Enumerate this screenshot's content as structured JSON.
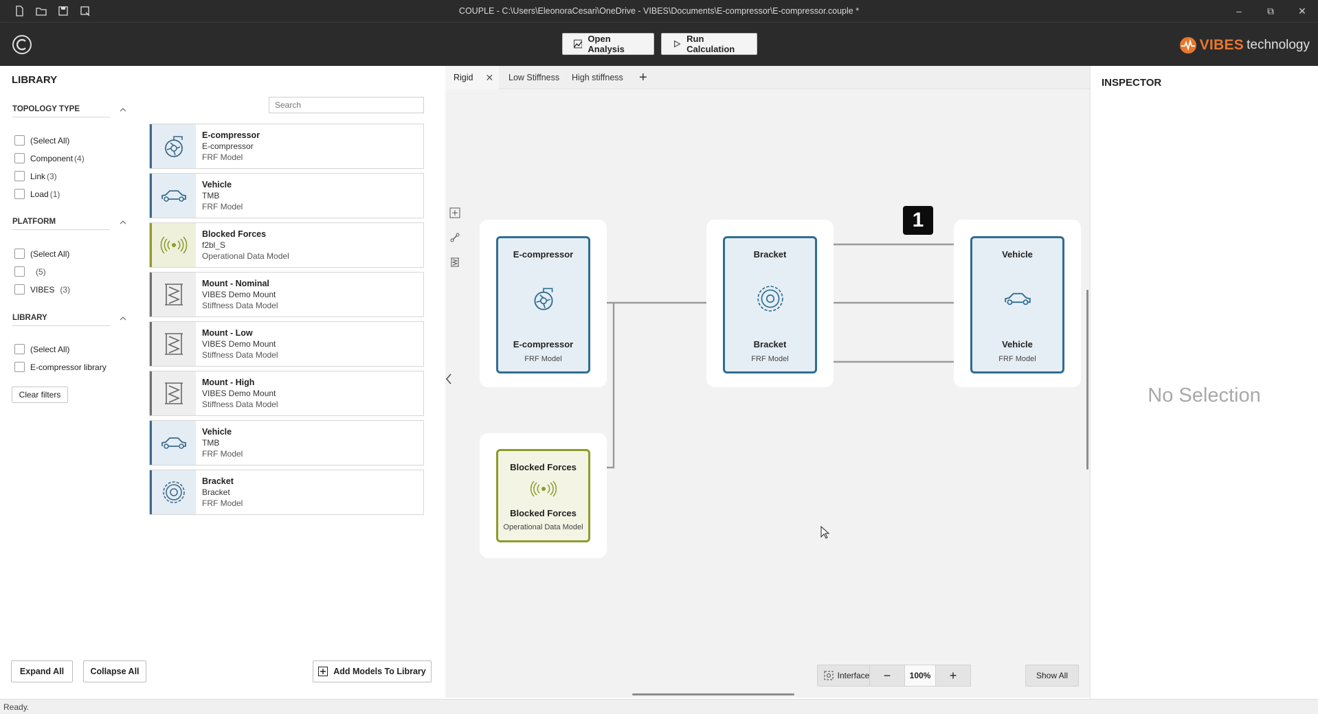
{
  "window": {
    "title": "COUPLE  - C:\\Users\\EleonoraCesari\\OneDrive - VIBES\\Documents\\E-compressor\\E-compressor.couple *"
  },
  "toolbar": {
    "open_analysis": "Open Analysis",
    "run_calculation": "Run Calculation",
    "brand_main": "VIBES",
    "brand_suffix": "technology",
    "accent_color": "#e8772e"
  },
  "library": {
    "title": "LIBRARY",
    "search_placeholder": "Search",
    "sections": {
      "topology": {
        "title": "TOPOLOGY TYPE",
        "items": [
          {
            "label": "(Select All)",
            "count": ""
          },
          {
            "label": "Component",
            "count": "(4)"
          },
          {
            "label": "Link",
            "count": "(3)"
          },
          {
            "label": "Load",
            "count": "(1)"
          }
        ]
      },
      "platform": {
        "title": "PLATFORM",
        "items": [
          {
            "label": "(Select All)",
            "count": ""
          },
          {
            "label": "",
            "count": "(5)"
          },
          {
            "label": "VIBES",
            "count": "(3)"
          }
        ]
      },
      "library": {
        "title": "LIBRARY",
        "items": [
          {
            "label": "(Select All)",
            "count": ""
          },
          {
            "label": "E-compressor library",
            "count": ""
          }
        ]
      }
    },
    "clear_filters": "Clear filters",
    "cards": [
      {
        "name": "E-compressor",
        "source": "E-compressor",
        "type": "FRF Model",
        "icon": "turbine-icon"
      },
      {
        "name": "Vehicle",
        "source": "TMB",
        "type": "FRF Model",
        "icon": "car-icon"
      },
      {
        "name": "Blocked Forces",
        "source": "f2bl_S",
        "type": "Operational Data Model",
        "icon": "vibration-waves-icon"
      },
      {
        "name": "Mount - Nominal",
        "source": "VIBES Demo Mount",
        "type": "Stiffness Data Model",
        "icon": "mount-icon"
      },
      {
        "name": "Mount - Low",
        "source": "VIBES Demo Mount",
        "type": "Stiffness Data Model",
        "icon": "mount-icon"
      },
      {
        "name": "Mount - High",
        "source": "VIBES Demo Mount",
        "type": "Stiffness Data Model",
        "icon": "mount-icon"
      },
      {
        "name": "Vehicle",
        "source": "TMB",
        "type": "FRF Model",
        "icon": "car-icon"
      },
      {
        "name": "Bracket",
        "source": "Bracket",
        "type": "FRF Model",
        "icon": "gear-icon"
      }
    ],
    "expand_all": "Expand All",
    "collapse_all": "Collapse All",
    "add_models": "Add Models To Library"
  },
  "canvas": {
    "tabs": [
      {
        "label": "Rigid",
        "active": true
      },
      {
        "label": "Low Stiffness",
        "active": false
      },
      {
        "label": "High stiffness",
        "active": false
      }
    ],
    "nodes": {
      "ecompressor": {
        "top": "E-compressor",
        "bottom": "E-compressor",
        "sub": "FRF Model"
      },
      "bracket": {
        "top": "Bracket",
        "bottom": "Bracket",
        "sub": "FRF Model"
      },
      "vehicle": {
        "top": "Vehicle",
        "bottom": "Vehicle",
        "sub": "FRF Model"
      },
      "blocked": {
        "top": "Blocked Forces",
        "bottom": "Blocked Forces",
        "sub": "Operational Data Model"
      }
    },
    "badge": "1",
    "interface_details": "Interface Details",
    "zoom": "100%",
    "show_all": "Show All",
    "frf_color": "#2d6d93",
    "odm_color": "#8f9a2a"
  },
  "inspector": {
    "title": "INSPECTOR",
    "empty": "No Selection"
  },
  "status": {
    "text": "Ready."
  }
}
